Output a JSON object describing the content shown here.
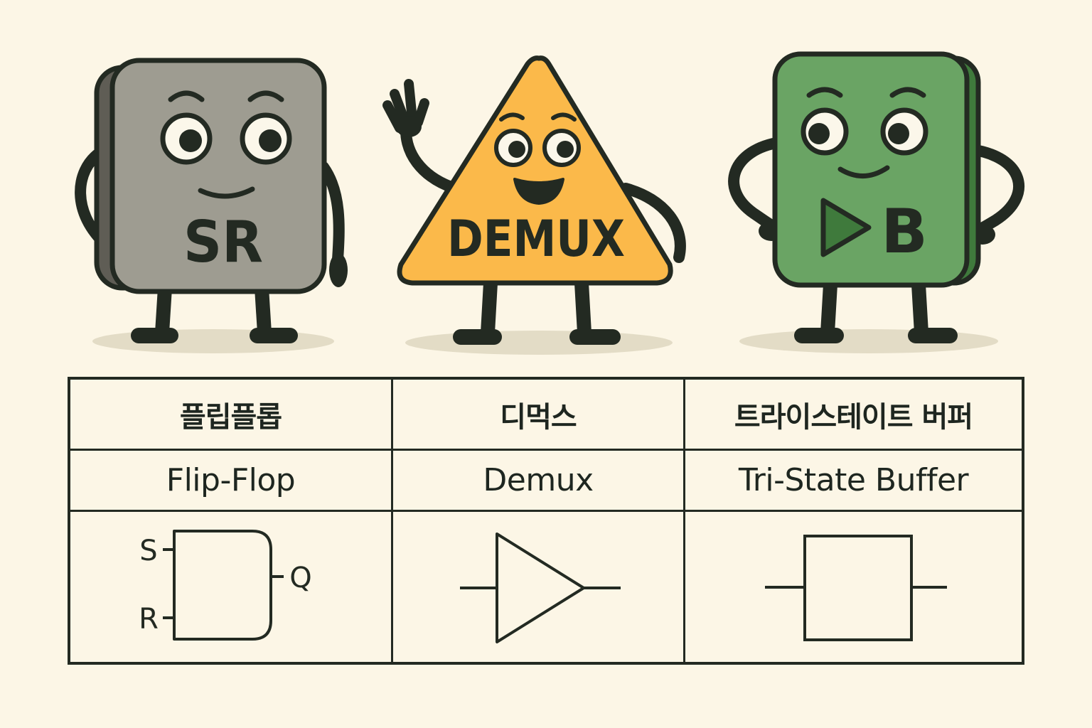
{
  "characters": {
    "flipflop_badge": "SR",
    "demux_badge": "DEMUX",
    "buffer_badge": "B"
  },
  "table": {
    "korean_names": [
      "플립플롭",
      "디먹스",
      "트라이스테이트 버퍼"
    ],
    "english_names": [
      "Flip-Flop",
      "Demux",
      "Tri-State Buffer"
    ],
    "flipflop_symbol": {
      "input_top": "S",
      "input_bottom": "R",
      "output": "Q"
    }
  },
  "colors": {
    "background": "#fcf6e6",
    "flipflop_body": "#9e9c91",
    "demux_body": "#fbb94a",
    "buffer_body": "#6aa464",
    "outline": "#232a22"
  },
  "icons": [
    "flipflop-mascot",
    "demux-mascot",
    "buffer-mascot",
    "sr-flipflop-symbol",
    "buffer-triangle-symbol",
    "box-symbol"
  ]
}
